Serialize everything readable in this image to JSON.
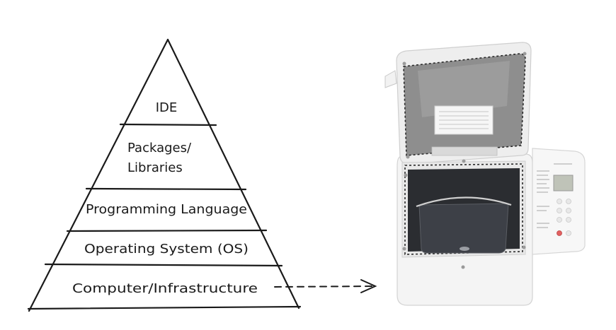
{
  "pyramid": {
    "layers": [
      {
        "id": "ide",
        "lines": [
          "IDE"
        ]
      },
      {
        "id": "packages",
        "lines": [
          "Packages/",
          "Libraries"
        ]
      },
      {
        "id": "language",
        "lines": [
          "Programming Language"
        ]
      },
      {
        "id": "os",
        "lines": [
          "Operating System (OS)"
        ]
      },
      {
        "id": "computer",
        "lines": [
          "Computer/Infrastructure"
        ]
      }
    ]
  },
  "illustration": {
    "subject": "bread-maker-machine",
    "lcd_display": "",
    "colors": {
      "body": "#f4f4f4",
      "lid_inner": "#8e8e8e",
      "chamber": "#2b2d31",
      "pan": "#3d4047"
    }
  },
  "arrow": {
    "from": "computer",
    "to": "bread-maker-machine",
    "style": "dashed"
  }
}
